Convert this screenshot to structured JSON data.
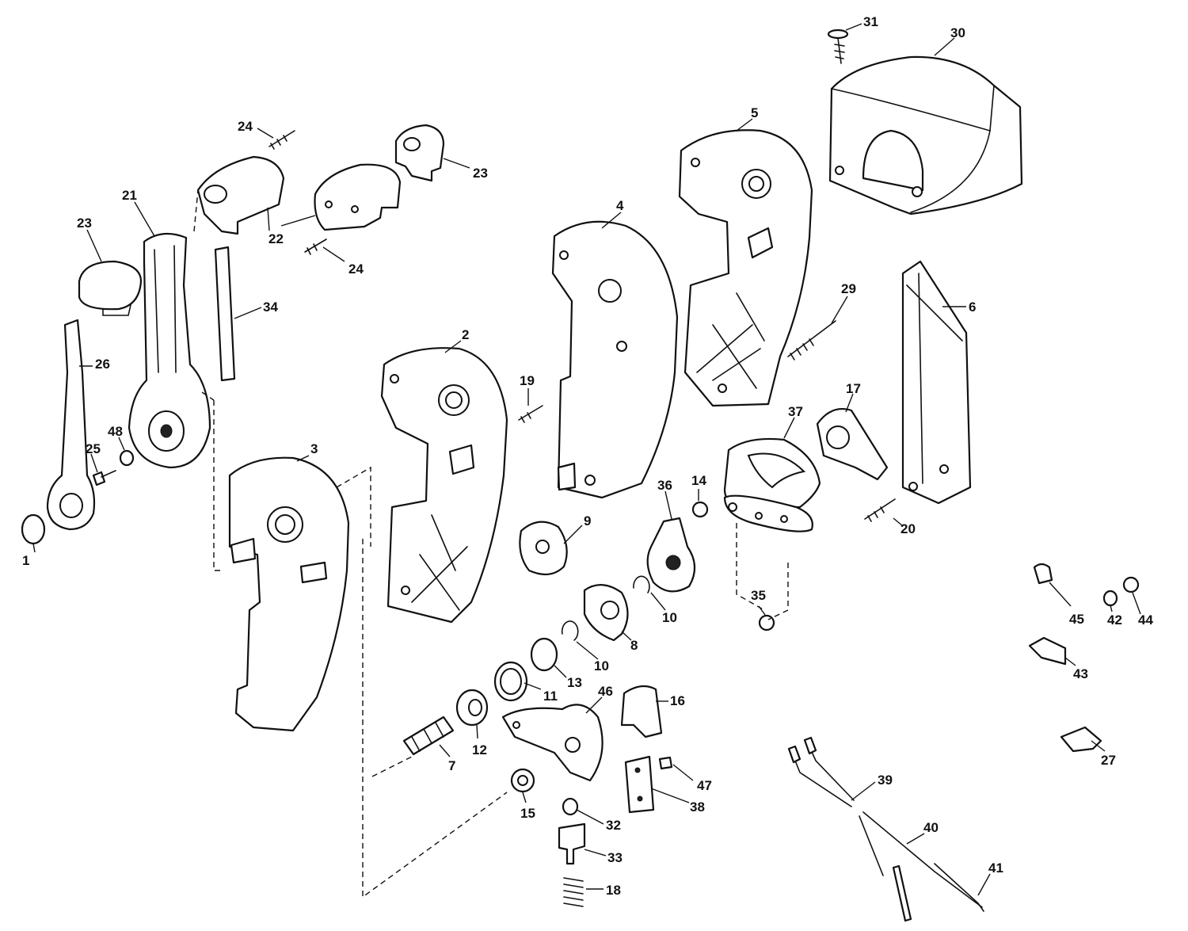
{
  "callouts": [
    {
      "label": "1"
    },
    {
      "label": "2"
    },
    {
      "label": "3"
    },
    {
      "label": "4"
    },
    {
      "label": "5"
    },
    {
      "label": "6"
    },
    {
      "label": "7"
    },
    {
      "label": "8"
    },
    {
      "label": "9"
    },
    {
      "label": "10"
    },
    {
      "label": "10"
    },
    {
      "label": "11"
    },
    {
      "label": "12"
    },
    {
      "label": "13"
    },
    {
      "label": "14"
    },
    {
      "label": "15"
    },
    {
      "label": "16"
    },
    {
      "label": "17"
    },
    {
      "label": "18"
    },
    {
      "label": "19"
    },
    {
      "label": "20"
    },
    {
      "label": "21"
    },
    {
      "label": "22"
    },
    {
      "label": "23"
    },
    {
      "label": "23"
    },
    {
      "label": "24"
    },
    {
      "label": "24"
    },
    {
      "label": "25"
    },
    {
      "label": "26"
    },
    {
      "label": "27"
    },
    {
      "label": "29"
    },
    {
      "label": "30"
    },
    {
      "label": "31"
    },
    {
      "label": "32"
    },
    {
      "label": "33"
    },
    {
      "label": "34"
    },
    {
      "label": "35"
    },
    {
      "label": "36"
    },
    {
      "label": "37"
    },
    {
      "label": "38"
    },
    {
      "label": "39"
    },
    {
      "label": "40"
    },
    {
      "label": "41"
    },
    {
      "label": "42"
    },
    {
      "label": "43"
    },
    {
      "label": "44"
    },
    {
      "label": "45"
    },
    {
      "label": "46"
    },
    {
      "label": "47"
    },
    {
      "label": "48"
    }
  ]
}
